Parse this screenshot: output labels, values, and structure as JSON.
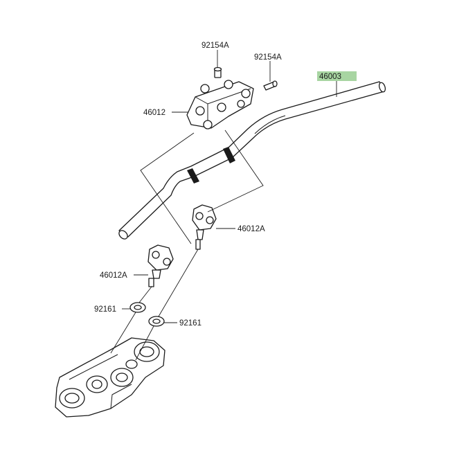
{
  "callouts": {
    "bolt_left": "92154A",
    "bolt_right": "92154A",
    "upper_clamp": "46012",
    "handlebar": "46003",
    "holder_right": "46012A",
    "holder_left": "46012A",
    "washer_left": "92161",
    "washer_right": "92161"
  },
  "colors": {
    "highlight": "#a8d5a2",
    "ink": "#1a1a1a"
  }
}
